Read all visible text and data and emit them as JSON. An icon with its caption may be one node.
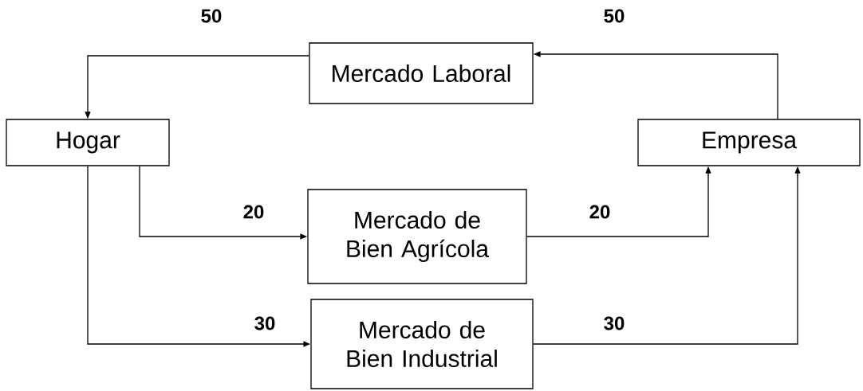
{
  "diagram": {
    "nodes": [
      {
        "text": [
          "Mercado Laboral"
        ]
      },
      {
        "text": [
          "Hogar"
        ]
      },
      {
        "text": [
          "Empresa"
        ]
      },
      {
        "text": [
          "Mercado de Bien Agrícola"
        ]
      },
      {
        "text": [
          "Mercado de Bien Industrial"
        ]
      }
    ],
    "edges": [
      {
        "from": 0,
        "to": 1,
        "arrow": "to",
        "label": "50"
      },
      {
        "from": 2,
        "to": 0,
        "arrow": "to",
        "label": "50"
      },
      {
        "from": 1,
        "to": 3,
        "arrow": "to",
        "label": "20"
      },
      {
        "from": 3,
        "to": 2,
        "arrow": "to",
        "label": "20"
      },
      {
        "from": 1,
        "to": 4,
        "arrow": "to",
        "label": "30"
      },
      {
        "from": 4,
        "to": 2,
        "arrow": "to",
        "label": "30"
      }
    ]
  }
}
